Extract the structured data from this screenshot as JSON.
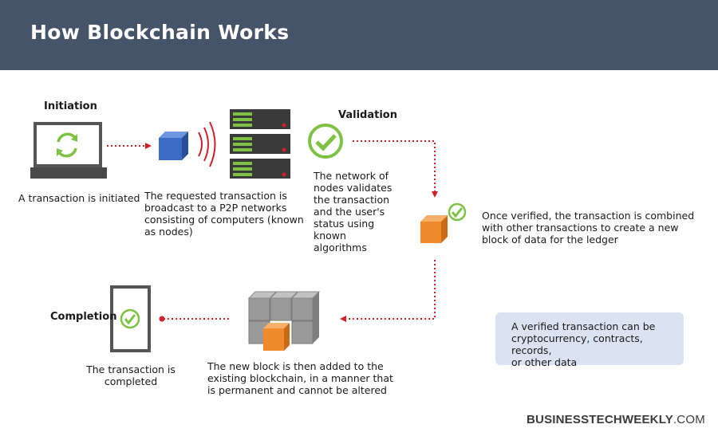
{
  "header": {
    "title": "How Blockchain Works"
  },
  "steps": {
    "initiation": {
      "heading": "Initiation",
      "caption": "A transaction is initiated"
    },
    "broadcast": {
      "caption_lines": [
        "The requested transaction is",
        "broadcast to a P2P networks",
        "consisting of computers (known",
        "as nodes)"
      ]
    },
    "validation": {
      "heading": "Validation",
      "caption_lines": [
        "The network of",
        "nodes validates",
        "the transaction",
        "and the user's",
        "status using",
        "known",
        "algorithms"
      ]
    },
    "verified": {
      "caption_lines": [
        "Once verified, the transaction is combined",
        "with other transactions to create a new",
        "block of data for the ledger"
      ]
    },
    "added": {
      "caption_lines": [
        "The new block is then added to the",
        "existing blockchain, in a manner that",
        "is permanent and cannot be altered"
      ]
    },
    "completion": {
      "heading": "Completion",
      "caption_lines": [
        "The transaction is",
        "completed"
      ]
    }
  },
  "annotation": {
    "lines": [
      "A verified transaction can be",
      "cryptocurrency, contracts, records,",
      "or other data"
    ]
  },
  "brand": {
    "bold": "BUSINESSTECHWEEKLY",
    "suffix": ".COM"
  },
  "colors": {
    "header_bg": "#465469",
    "accent_green": "#7dc242",
    "arrow_red": "#d0202a",
    "block_orange": "#f08a2c",
    "block_blue": "#3b6cc6",
    "annotation_bg": "#dbe3f2"
  },
  "icons": {
    "laptop": "laptop-icon",
    "refresh": "refresh-icon",
    "transaction_block": "blue-cube-icon",
    "signal": "signal-waves-icon",
    "servers": "server-rack-icon",
    "check": "checkmark-circle-icon",
    "new_block": "orange-cube-icon",
    "blockchain": "blockchain-blocks-icon",
    "phone": "phone-icon"
  }
}
